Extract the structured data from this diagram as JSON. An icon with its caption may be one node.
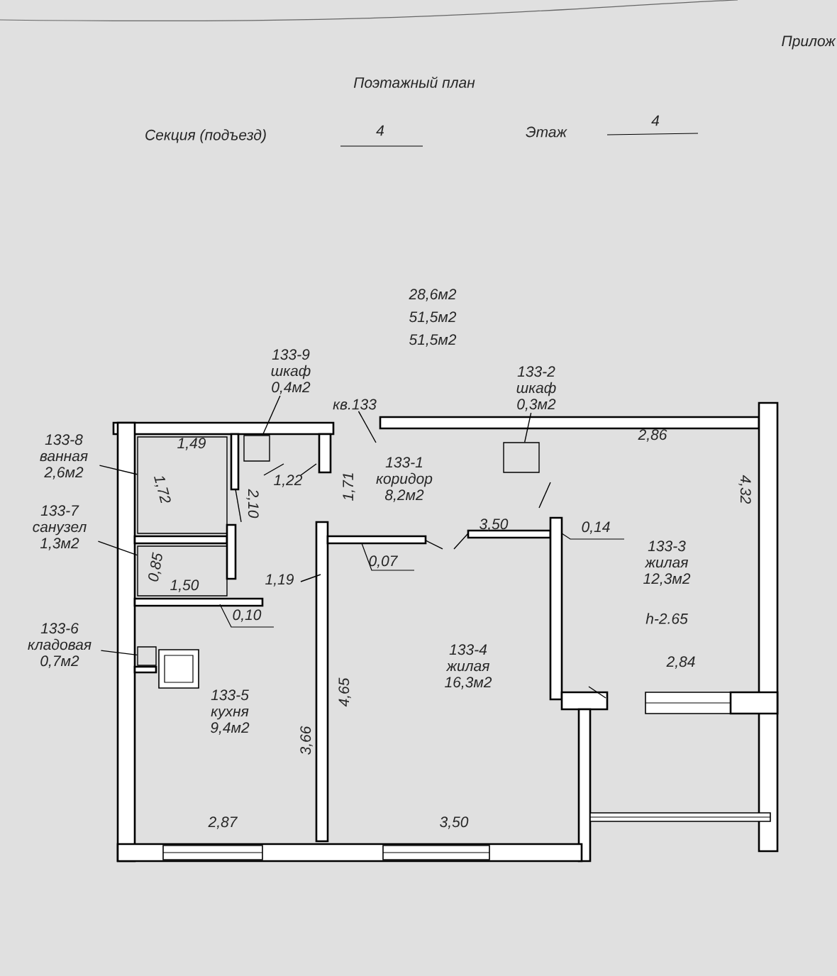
{
  "diagram": {
    "title": "Поэтажный план",
    "nodes": [
      {
        "text": [
          "133-9 шкаф 0,4м2"
        ]
      },
      {
        "text": [],
        "shape": "box"
      },
      {
        "text": [
          "133-2 шкаф 0,3м2"
        ]
      },
      {
        "text": [],
        "shape": "box"
      },
      {
        "text": [
          "133-8 ванная 2,6м2"
        ]
      },
      {
        "text": [],
        "shape": "box"
      },
      {
        "text": [
          "133-7 санузел 1,3м2"
        ]
      },
      {
        "text": [],
        "shape": "box"
      },
      {
        "text": [
          "133-6 кладовая 0,7м2"
        ]
      },
      {
        "text": [],
        "shape": "box"
      },
      {
        "text": [
          "кв.133"
        ]
      }
    ],
    "edges": [
      {
        "from": 0,
        "to": 1,
        "arrow": "none"
      },
      {
        "from": 2,
        "to": 3,
        "arrow": "none"
      },
      {
        "from": 4,
        "to": 5,
        "arrow": "none"
      },
      {
        "from": 6,
        "to": 7,
        "arrow": "none"
      },
      {
        "from": 8,
        "to": 9,
        "arrow": "none"
      },
      {
        "from": 10,
        "to": null,
        "arrow": "none"
      }
    ],
    "labels": [
      "Прилож",
      "Секция (подъезд)",
      "4",
      "Этаж",
      "4",
      "28,6м2",
      "51,5м2",
      "51,5м2",
      "1,49",
      "1,22",
      "133-1 коридор 8,2м2",
      "2,86",
      "1,72",
      "2,10",
      "1,71",
      "4,32",
      "3,50",
      "0,14",
      "0,07",
      "133-3 жилая 12,3м2",
      "0,85",
      "1,50",
      "1,19",
      "0,10",
      "h-2.65",
      "133-4 жилая 16,3м2",
      "2,84",
      "133-5 кухня 9,4м2",
      "4,65",
      "3,66",
      "2,87",
      "3,50"
    ]
  }
}
